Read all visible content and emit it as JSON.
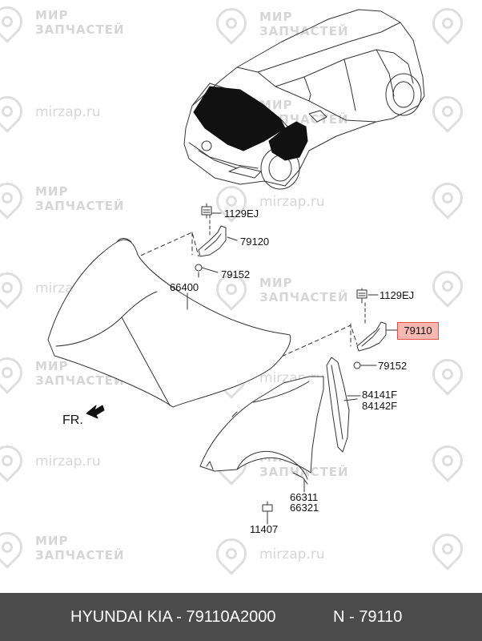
{
  "watermark": {
    "brand_lines": [
      "МИР",
      "ЗАПЧАСТЕЙ"
    ],
    "domain": "mirzap.ru"
  },
  "labels": {
    "p1129ej_top": "1129EJ",
    "p79120": "79120",
    "p79152_top": "79152",
    "p66400": "66400",
    "p1129ej_right": "1129EJ",
    "p79110": "79110",
    "p79152_right": "79152",
    "p84141f": "84141F",
    "p84142f": "84142F",
    "p66311": "66311",
    "p66321": "66321",
    "p11407": "11407",
    "front": "FR."
  },
  "highlight_color": "#f7b8b2",
  "footer": {
    "brand": "HYUNDAI  KIA - 79110A2000",
    "ref": "N - 79110"
  }
}
